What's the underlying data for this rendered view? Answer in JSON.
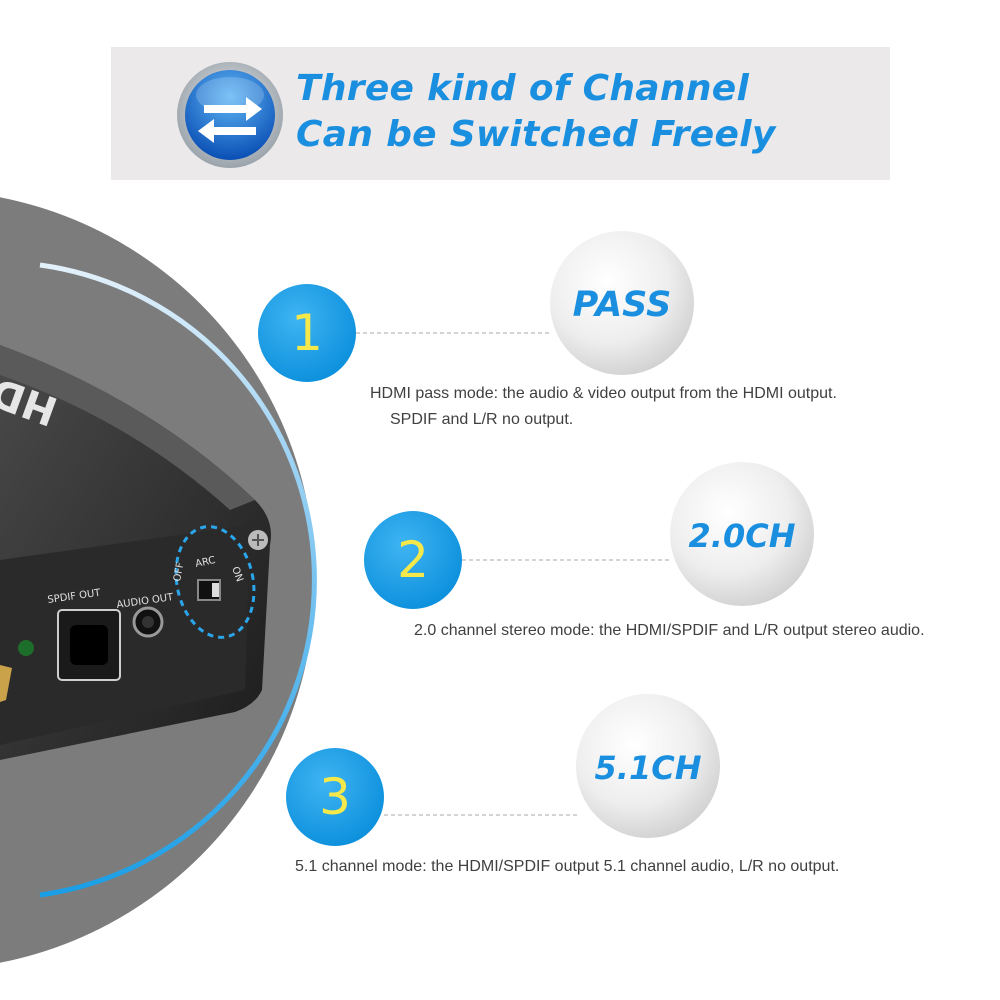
{
  "banner": {
    "title_line1": "Three kind of Channel",
    "title_line2": "Can be Switched Freely",
    "icon": "switch-arrows-icon"
  },
  "device": {
    "brand_text": "HDMI",
    "spdif_label": "SPDIF OUT",
    "audio_label": "AUDIO OUT",
    "arc_label": "ARC",
    "arc_off_label": "OFF",
    "arc_on_label": "ON"
  },
  "modes": [
    {
      "number": "1",
      "label": "PASS",
      "description_line1": "HDMI pass mode: the audio & video output from the HDMI output.",
      "description_line2": "SPDIF and L/R no output."
    },
    {
      "number": "2",
      "label": "2.0CH",
      "description_line1": "2.0 channel stereo mode: the HDMI/SPDIF and L/R output stereo audio."
    },
    {
      "number": "3",
      "label": "5.1CH",
      "description_line1": "5.1 channel mode: the HDMI/SPDIF output 5.1 channel audio, L/R no output."
    }
  ],
  "colors": {
    "accent_blue": "#1a8fe0",
    "number_yellow": "#f4e84a",
    "banner_bg": "#ebe9ea"
  }
}
